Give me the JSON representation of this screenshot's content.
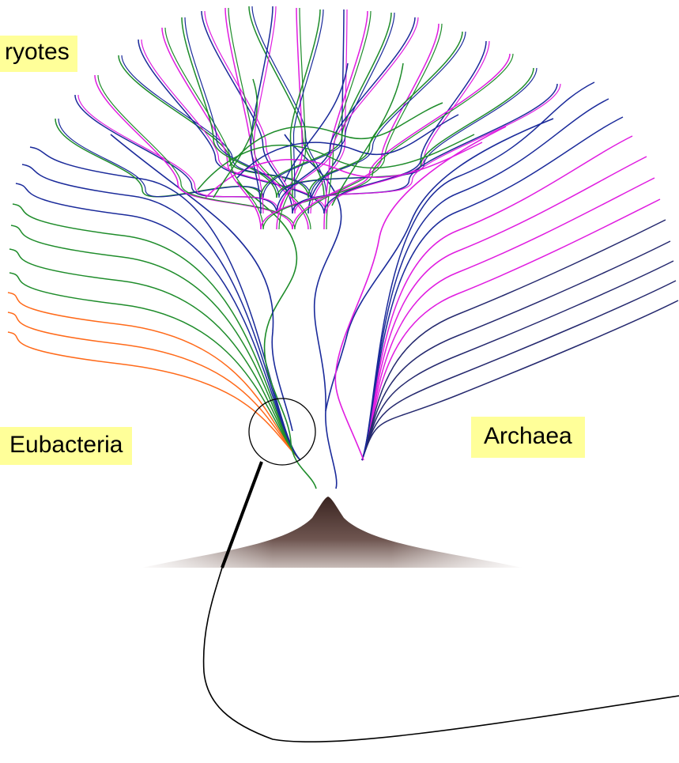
{
  "labels": {
    "eukaryotes": "ryotes",
    "eubacteria": "Eubacteria",
    "archaea": "Archaea"
  },
  "colors": {
    "label_bg": "#ffff99",
    "eubacteria_orange": "#ff6a1a",
    "green_branch": "#1e8c2a",
    "blue_branch": "#1a2a9a",
    "magenta_branch": "#e01ce0",
    "navy_branch": "#24286e",
    "mound": "#5a3f3a",
    "connector": "#000000"
  },
  "icons": {
    "zoom_circle": "magnifier-circle"
  }
}
